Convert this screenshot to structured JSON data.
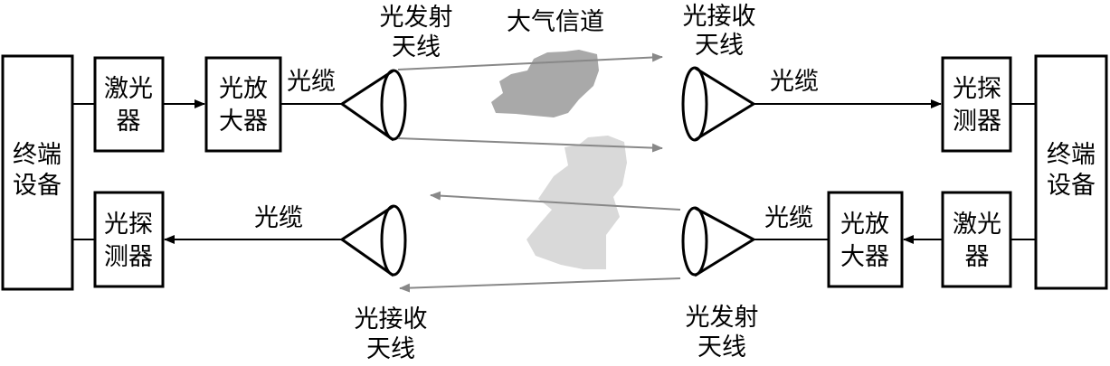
{
  "colors": {
    "line": "#000000",
    "beam": "#888888",
    "cloud_dark": "#a9a9a9",
    "cloud_light": "#d9d9d9",
    "background": "#ffffff"
  },
  "labels": {
    "channel": "大气信道",
    "left_terminal": [
      "终端",
      "设备"
    ],
    "right_terminal": [
      "终端",
      "设备"
    ],
    "top_left_laser": [
      "激光",
      "器"
    ],
    "top_left_amp": [
      "光放",
      "大器"
    ],
    "top_cable_left": "光缆",
    "top_tx_antenna": [
      "光发射",
      "天线"
    ],
    "top_rx_antenna": [
      "光接收",
      "天线"
    ],
    "top_cable_right": "光缆",
    "top_right_detector": [
      "光探",
      "测器"
    ],
    "bottom_left_detector": [
      "光探",
      "测器"
    ],
    "bottom_cable_left": "光缆",
    "bottom_rx_antenna": [
      "光接收",
      "天线"
    ],
    "bottom_tx_antenna": [
      "光发射",
      "天线"
    ],
    "bottom_cable_right": "光缆",
    "bottom_right_amp": [
      "光放",
      "大器"
    ],
    "bottom_right_laser": [
      "激光",
      "器"
    ]
  }
}
